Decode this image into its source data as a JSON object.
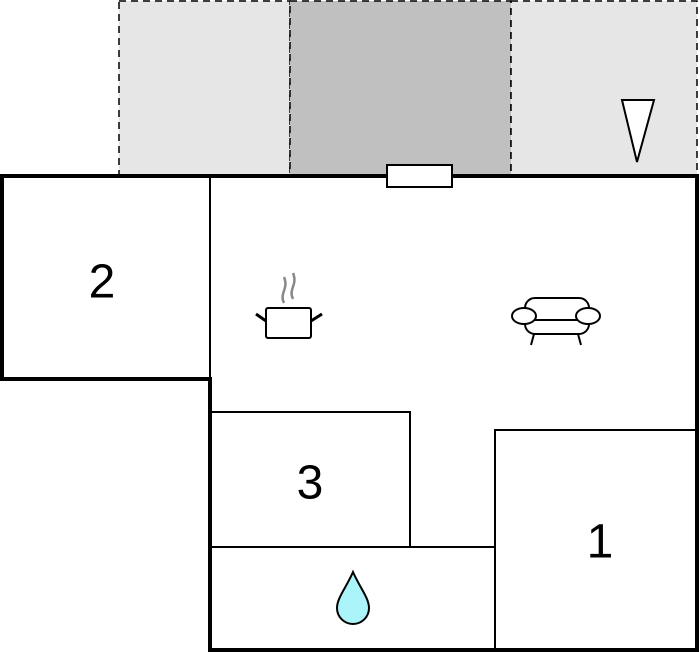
{
  "rooms": [
    {
      "label": "2"
    },
    {
      "label": "3"
    },
    {
      "label": "1"
    }
  ],
  "icons": [
    "kitchen-pot-icon",
    "sofa-icon",
    "water-drop-icon",
    "direction-triangle-icon"
  ],
  "colors": {
    "terrace_light": "#e6e6e6",
    "terrace_dark": "#c0c0c0",
    "water": "#aaf4fa",
    "steam": "#888888"
  }
}
